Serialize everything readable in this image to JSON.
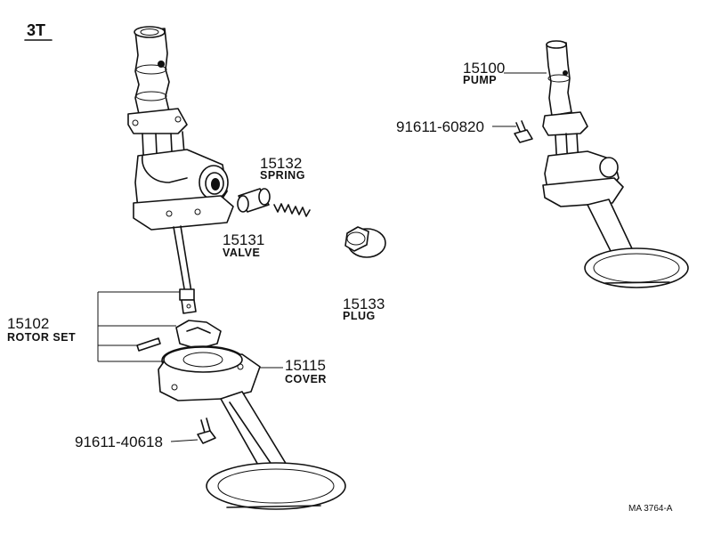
{
  "engine_code": "3T",
  "reference_code": "MA 3764-A",
  "labels": {
    "pump": {
      "part_no": "15100",
      "name": "PUMP"
    },
    "bolt_upper": {
      "part_no": "91611-60820"
    },
    "spring": {
      "part_no": "15132",
      "name": "SPRING"
    },
    "valve": {
      "part_no": "15131",
      "name": "VALVE"
    },
    "plug": {
      "part_no": "15133",
      "name": "PLUG"
    },
    "rotor_set": {
      "part_no": "15102",
      "name": "ROTOR SET"
    },
    "cover": {
      "part_no": "15115",
      "name": "COVER"
    },
    "bolt_lower": {
      "part_no": "91611-40618"
    }
  }
}
